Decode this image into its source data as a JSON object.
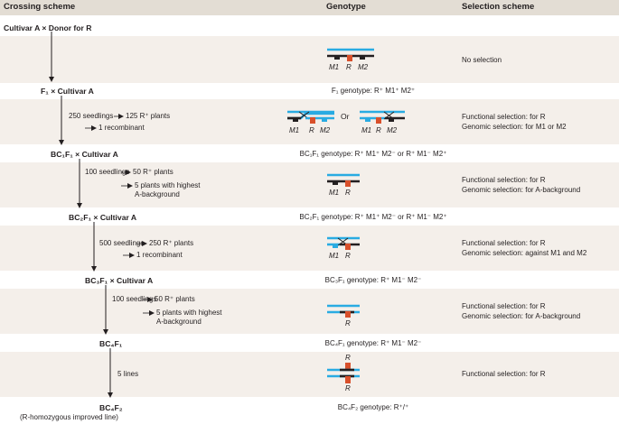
{
  "header": {
    "crossing": "Crossing scheme",
    "genotype": "Genotype",
    "selection": "Selection scheme"
  },
  "colors": {
    "header_bg": "#e3ddd4",
    "band_bg": "#f4efea",
    "chromosome_blue": "#29abe2",
    "chromosome_black": "#231f20",
    "r_gene_red": "#d9502b"
  },
  "crosses": {
    "c0": "Cultivar A × Donor for R",
    "c1": "F₁ × Cultivar A",
    "c2": "BC₁F₁ × Cultivar A",
    "c3": "BC₂F₁ × Cultivar A",
    "c4": "BC₃F₁ × Cultivar A",
    "c5": "BC₄F₁",
    "c6": "BC₄F₂",
    "c6_note": "(R-homozygous improved line)"
  },
  "steps": {
    "s1_seedlings": "250 seedlings",
    "s1_plants": "125 R⁺ plants",
    "s1_recomb": "1 recombinant",
    "s2_seedlings": "100 seedlings",
    "s2_plants": "50 R⁺ plants",
    "s2_highest": "5 plants with highest",
    "s2_background": "A-background",
    "s3_seedlings": "500 seedlings",
    "s3_plants": "250 R⁺ plants",
    "s3_recomb": "1 recombinant",
    "s4_seedlings": "100 seedlings",
    "s4_plants": "50 R⁺ plants",
    "s4_highest": "5 plants with highest",
    "s4_background": "A-background",
    "s5_lines": "5 lines"
  },
  "genotypes": {
    "g1": "F₁ genotype: R⁺ M1⁺ M2⁺",
    "g2": "BC₁F₁ genotype: R⁺ M1⁺ M2⁻ or R⁺ M1⁻ M2⁺",
    "g3": "BC₂F₁ genotype: R⁺ M1⁺ M2⁻ or R⁺ M1⁻ M2⁺",
    "g4": "BC₃F₁ genotype: R⁺ M1⁻ M2⁻",
    "g5": "BC₄F₁ genotype: R⁺ M1⁻ M2⁻",
    "g6": "BC₄F₂ genotype: R⁺/⁺"
  },
  "diagram_labels": {
    "m1": "M1",
    "r": "R",
    "m2": "M2",
    "or": "Or"
  },
  "selections": {
    "row1": "No selection",
    "row2_a": "Functional selection: for R",
    "row2_b": "Genomic selection: for M1 or M2",
    "row3_a": "Functional selection: for R",
    "row3_b": "Genomic selection: for A-background",
    "row4_a": "Functional selection: for R",
    "row4_b": "Genomic selection: against M1 and M2",
    "row5_a": "Functional selection: for R",
    "row5_b": "Genomic selection: for A-background",
    "row6_a": "Functional selection: for R"
  }
}
